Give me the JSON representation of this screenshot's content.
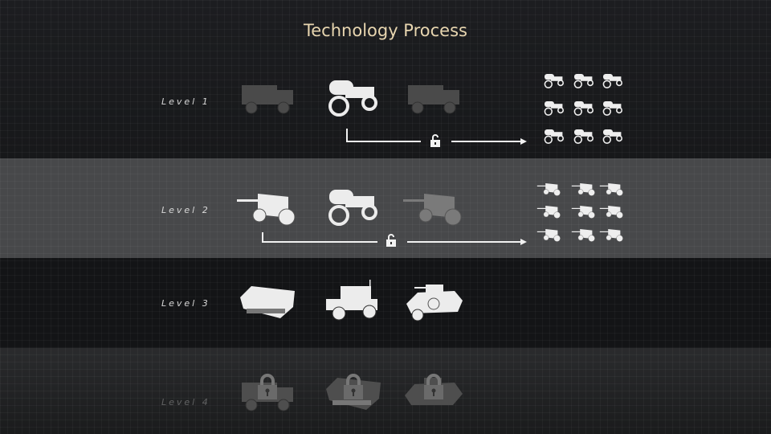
{
  "title": "Technology Process",
  "levels": [
    {
      "label": "Level 1",
      "units": [
        {
          "icon": "truck-icon",
          "state": "faded"
        },
        {
          "icon": "motorcycle-icon",
          "state": "unlocked"
        },
        {
          "icon": "truck-icon",
          "state": "faded"
        }
      ],
      "reward_icon": "motorcycle-icon",
      "reward_count": 9
    },
    {
      "label": "Level 2",
      "units": [
        {
          "icon": "field-gun-icon",
          "state": "unlocked"
        },
        {
          "icon": "motorcycle-icon",
          "state": "unlocked"
        },
        {
          "icon": "field-gun-icon",
          "state": "faded"
        }
      ],
      "reward_icon": "field-gun-icon",
      "reward_count": 9
    },
    {
      "label": "Level 3",
      "units": [
        {
          "icon": "apc-icon",
          "state": "unlocked"
        },
        {
          "icon": "jeep-icon",
          "state": "unlocked"
        },
        {
          "icon": "armored-car-icon",
          "state": "unlocked"
        }
      ]
    },
    {
      "label": "Level 4",
      "units": [
        {
          "icon": "truck-icon",
          "state": "locked"
        },
        {
          "icon": "apc-icon",
          "state": "locked"
        },
        {
          "icon": "tank-icon",
          "state": "locked"
        }
      ]
    }
  ],
  "colors": {
    "title": "#e8d6b0",
    "highlight_row": "#47484a"
  }
}
